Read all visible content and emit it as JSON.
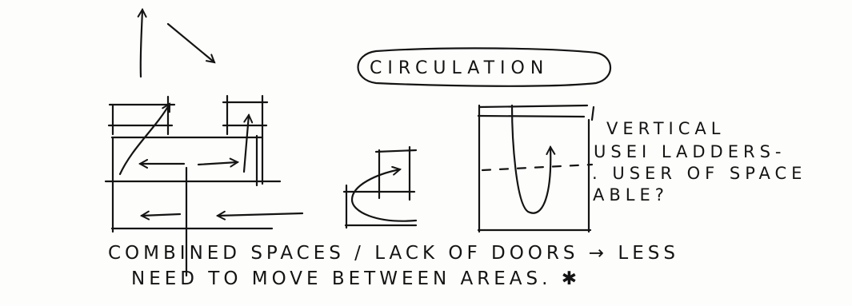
{
  "title": "CIRCULATION",
  "notes": [
    "VERTICAL",
    "USEI LADDERS-",
    ". USER OF SPACE",
    "ABLE?"
  ],
  "caption": [
    "COMBINED SPACES / LACK OF DOORS → LESS",
    "NEED TO MOVE BETWEEN AREAS. ✱"
  ]
}
